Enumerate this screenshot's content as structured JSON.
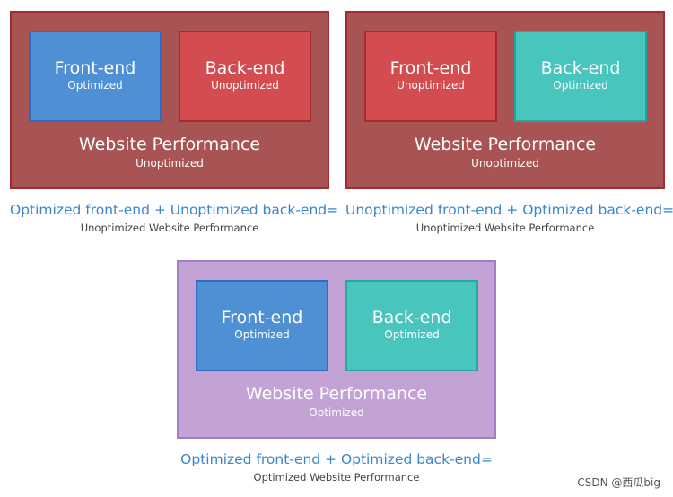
{
  "diagrams": [
    {
      "frontend": {
        "title": "Front-end",
        "status": "Optimized",
        "color": "#4f90d4"
      },
      "backend": {
        "title": "Back-end",
        "status": "Unoptimized",
        "color": "#d24c50"
      },
      "website": {
        "title": "Website Performance",
        "status": "Unoptimized",
        "color": "#a85455"
      },
      "equation": "Optimized front-end + Unoptimized back-end=",
      "result": "Unoptimized Website Performance"
    },
    {
      "frontend": {
        "title": "Front-end",
        "status": "Unoptimized",
        "color": "#d24c50"
      },
      "backend": {
        "title": "Back-end",
        "status": "Optimized",
        "color": "#48c6be"
      },
      "website": {
        "title": "Website Performance",
        "status": "Unoptimized",
        "color": "#a85455"
      },
      "equation": "Unoptimized front-end + Optimized back-end=",
      "result": "Unoptimized Website Performance"
    },
    {
      "frontend": {
        "title": "Front-end",
        "status": "Optimized",
        "color": "#4f90d4"
      },
      "backend": {
        "title": "Back-end",
        "status": "Optimized",
        "color": "#48c6be"
      },
      "website": {
        "title": "Website Performance",
        "status": "Optimized",
        "color": "#c3a3d6"
      },
      "equation": "Optimized front-end + Optimized back-end=",
      "result": "Optimized Website Performance"
    }
  ],
  "watermark": "CSDN @西瓜big"
}
